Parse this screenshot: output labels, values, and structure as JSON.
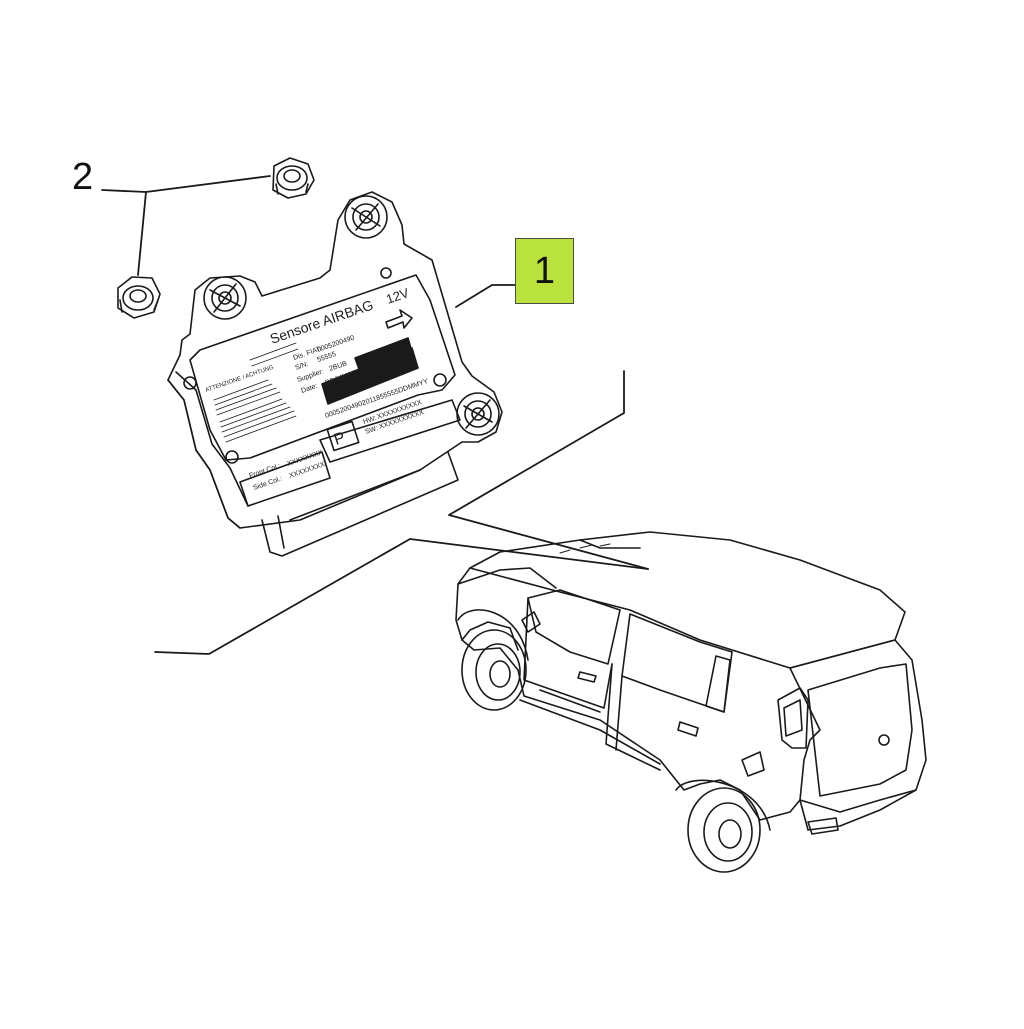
{
  "callouts": {
    "part_1": "1",
    "part_2": "2"
  },
  "module_label": {
    "title": "Sensore AIRBAG",
    "voltage": "12V",
    "dis_fiat_prefix": "Dis. FIAT:",
    "dis_fiat_value": "0005200490",
    "sn_prefix": "S/N:",
    "sn_value": "55555",
    "supplier_prefix": "Supplier:",
    "supplier_value": "2BUB",
    "date_prefix": "Date:",
    "date_value": "DD/MM/YY",
    "barcode_text": "00052004902011855555DDMMYY",
    "hw_label": "HW:",
    "hw_value": "XXXXXXXXXX",
    "sw_label": "SW:",
    "sw_value": "XXXXXXXXXX",
    "p_mark": "P",
    "front_col_label": "Front Col.:",
    "front_col_value": "XXXXXXXX",
    "side_col_label": "Side Col.:",
    "side_col_value": "XXXXXXXX",
    "warning_heading": "ATTENZIONE / ACHTUNG"
  }
}
